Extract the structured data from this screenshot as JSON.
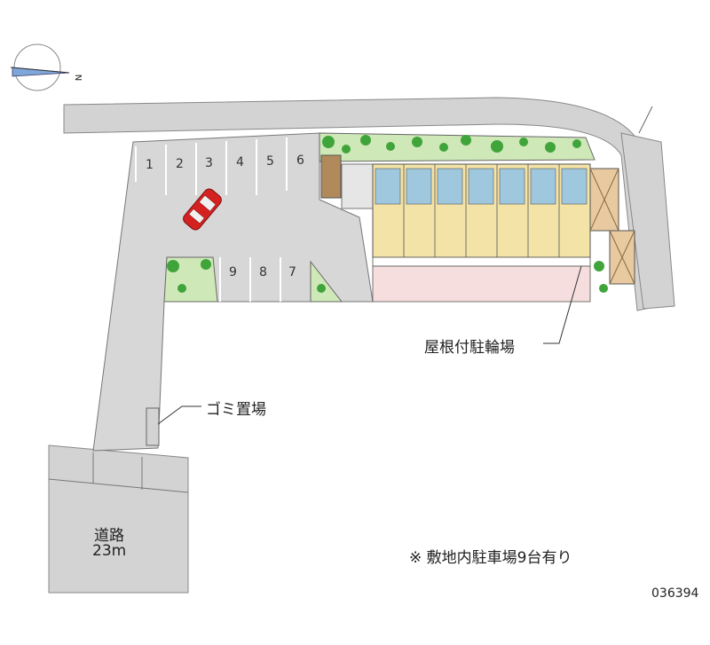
{
  "compass": {
    "icon": "compass-north-icon",
    "label": "N"
  },
  "parking": {
    "slots_top": [
      "1",
      "2",
      "3",
      "4",
      "5",
      "6"
    ],
    "slots_bottom": [
      "9",
      "8",
      "7"
    ],
    "car_icon": "red-car-icon"
  },
  "labels": {
    "bicycle_parking": "屋根付駐輪場",
    "garbage": "ゴミ置場",
    "road_name": "道路",
    "road_width": "23m",
    "note": "※ 敷地内駐車場9台有り",
    "code": "036394"
  },
  "colors": {
    "road": "#d4d4d4",
    "lot": "#d7d7d7",
    "building_unit": "#f4e3a6",
    "balcony": "#9fc7de",
    "walkway": "#f6dede",
    "greenery": "#3fa43a",
    "car": "#d62121"
  }
}
